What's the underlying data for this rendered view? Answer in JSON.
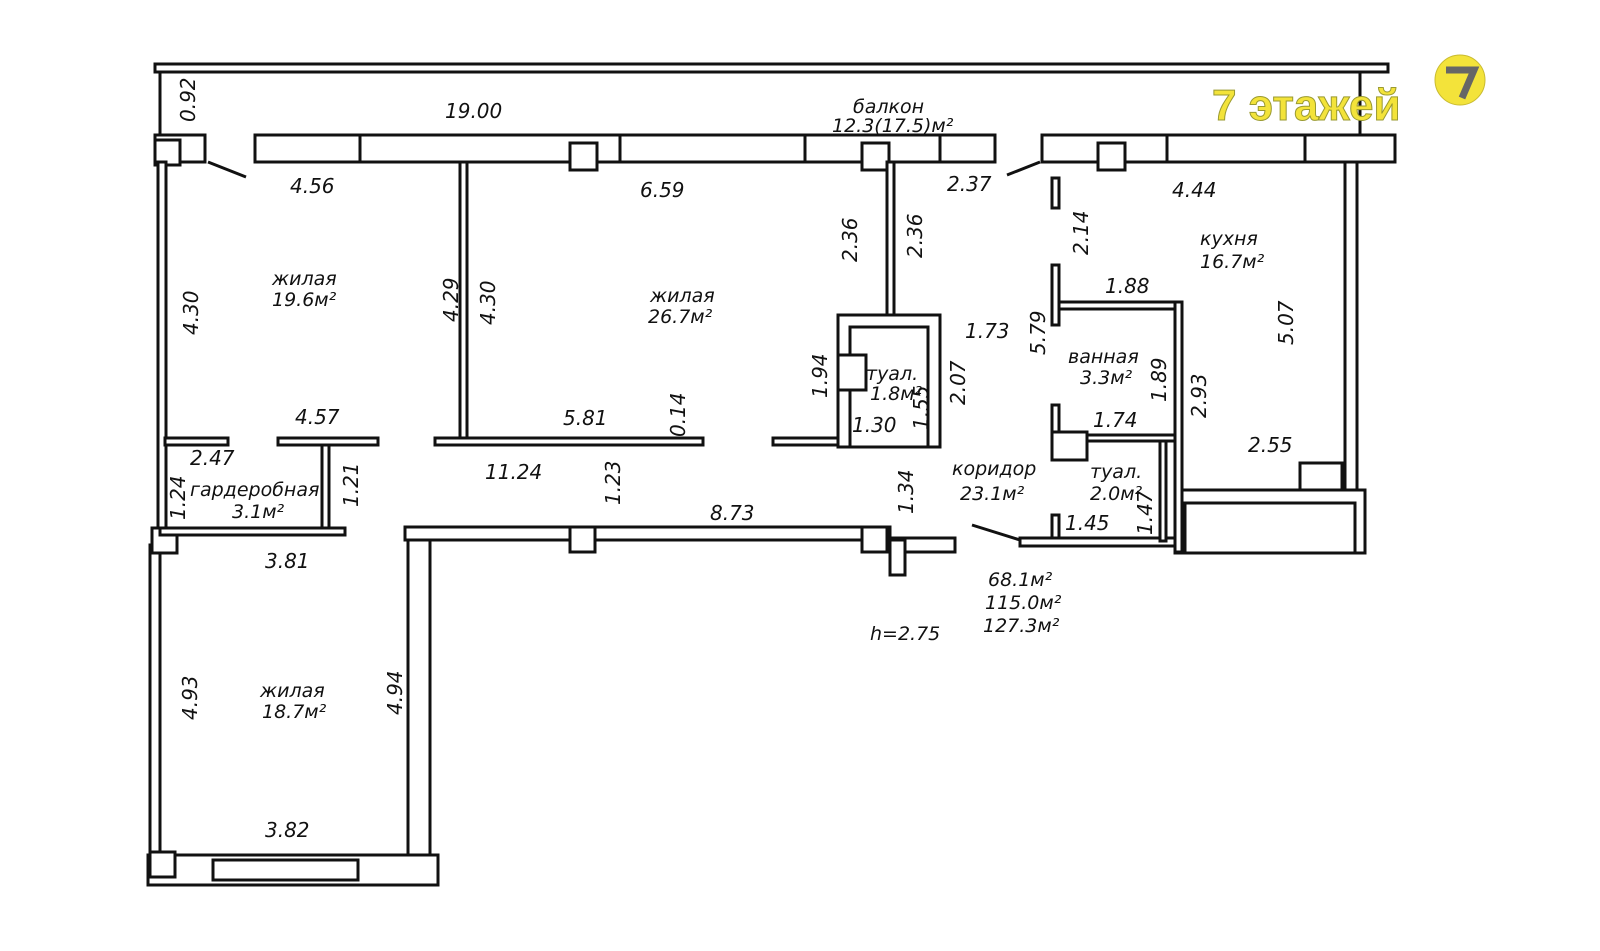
{
  "watermark": {
    "text": "7 этажей",
    "logo_digit": "7",
    "color": "#f3e33a"
  },
  "rooms": [
    {
      "name": "жилая",
      "area": "19.6м²"
    },
    {
      "name": "жилая",
      "area": "26.7м²"
    },
    {
      "name": "жилая",
      "area": "18.7м²"
    },
    {
      "name": "кухня",
      "area": "16.7м²"
    },
    {
      "name": "балкон",
      "area": "12.3(17.5)м²"
    },
    {
      "name": "туал.",
      "area": "1.8м²"
    },
    {
      "name": "ванная",
      "area": "3.3м²"
    },
    {
      "name": "туал.",
      "area": "2.0м²"
    },
    {
      "name": "коридор",
      "area": "23.1м²"
    },
    {
      "name": "гардеробная",
      "area": "3.1м²"
    }
  ],
  "dimensions": [
    "0.92",
    "19.00",
    "4.56",
    "6.59",
    "2.37",
    "4.44",
    "2.36",
    "2.36",
    "2.14",
    "4.30",
    "4.29",
    "4.30",
    "1.88",
    "5.79",
    "1.73",
    "5.07",
    "1.94",
    "2.07",
    "1.89",
    "2.93",
    "4.57",
    "5.81",
    "0.14",
    "1.30",
    "1.55",
    "1.74",
    "2.55",
    "2.47",
    "11.24",
    "1.23",
    "1.34",
    "1.24",
    "1.21",
    "8.73",
    "1.45",
    "1.47",
    "3.81",
    "4.93",
    "4.94",
    "3.82"
  ],
  "totals": {
    "living": "68.1м²",
    "total": "115.0м²",
    "total_with_balcony": "127.3м²",
    "height": "h=2.75"
  }
}
